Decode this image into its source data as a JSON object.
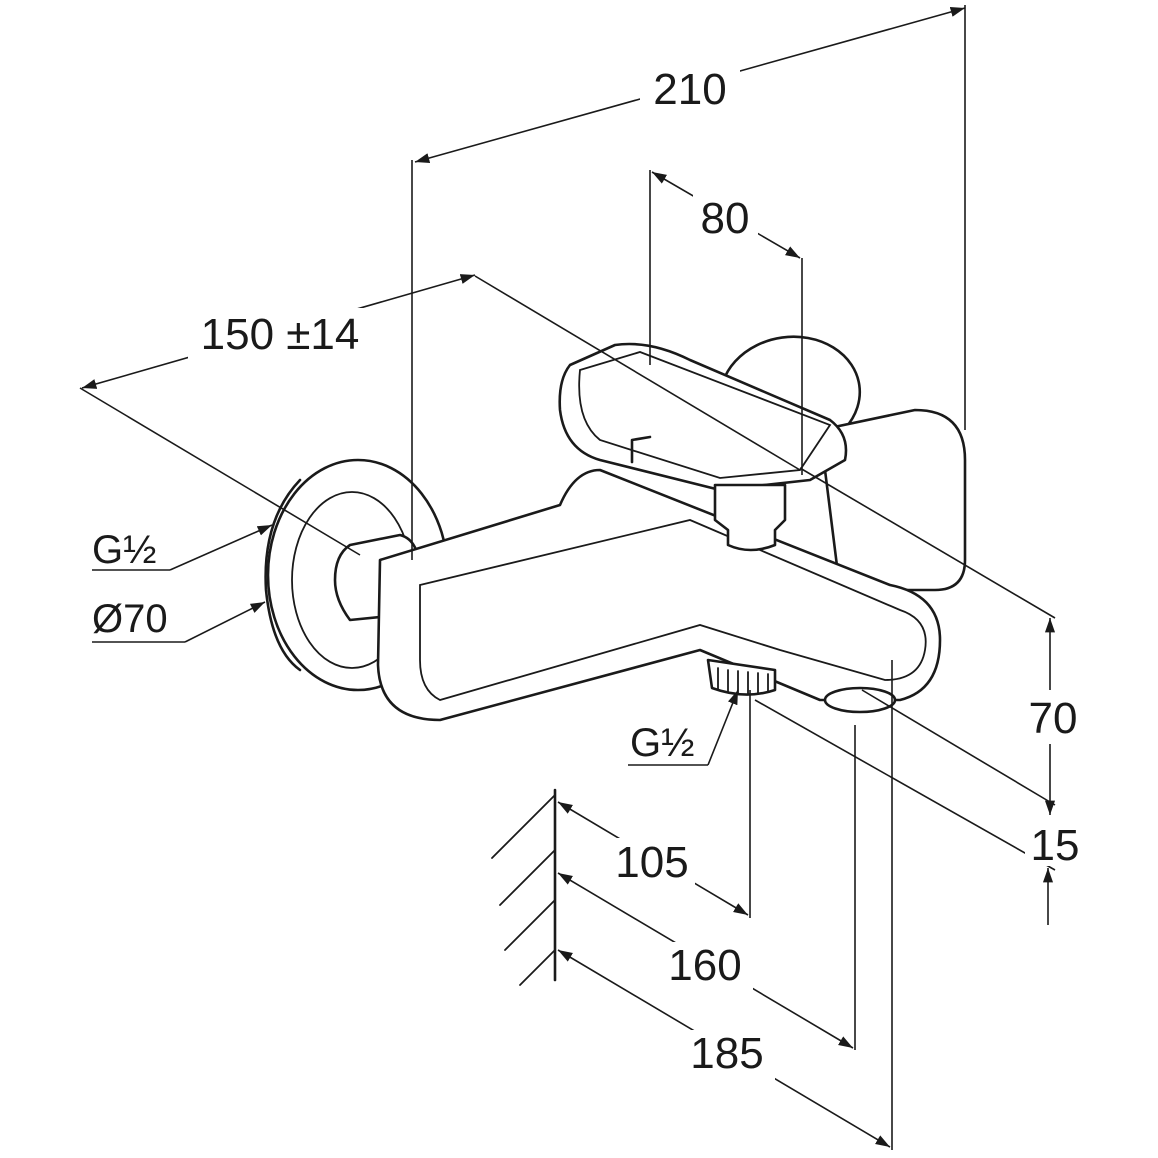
{
  "dimensions": {
    "total_length": "210",
    "lever_width": "80",
    "center_distance": "150 ±14",
    "inlet_thread": "G½",
    "rosette_diameter": "Ø70",
    "outlet_thread": "G½",
    "height": "70",
    "spout_height": "15",
    "dist_outlet": "105",
    "dist_spout": "160",
    "dist_front": "185"
  }
}
